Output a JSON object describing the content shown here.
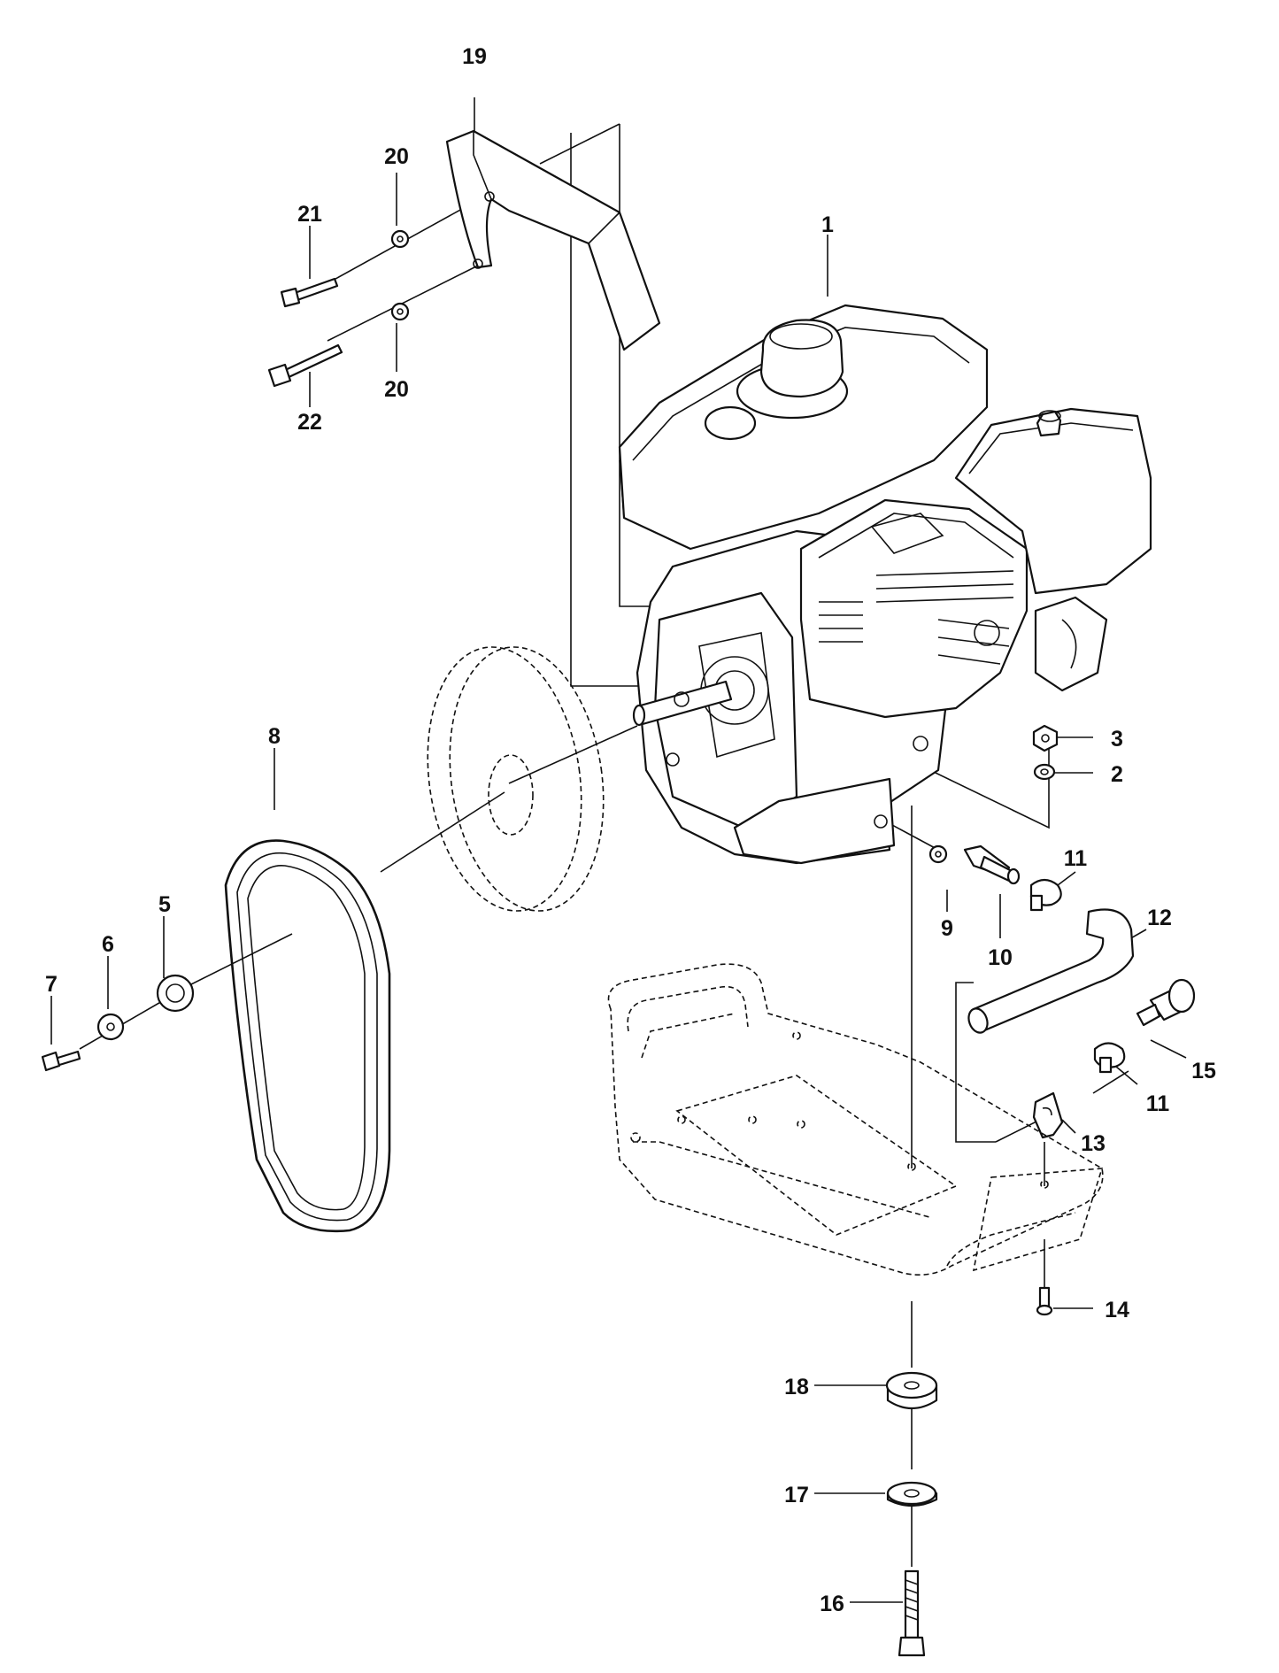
{
  "callouts": {
    "c1": "1",
    "c2": "2",
    "c3": "3",
    "c5": "5",
    "c6": "6",
    "c7": "7",
    "c8": "8",
    "c9": "9",
    "c10": "10",
    "c11a": "11",
    "c11b": "11",
    "c12": "12",
    "c13": "13",
    "c14": "14",
    "c15": "15",
    "c16": "16",
    "c17": "17",
    "c18": "18",
    "c19": "19",
    "c20a": "20",
    "c20b": "20",
    "c21": "21",
    "c22": "22"
  }
}
